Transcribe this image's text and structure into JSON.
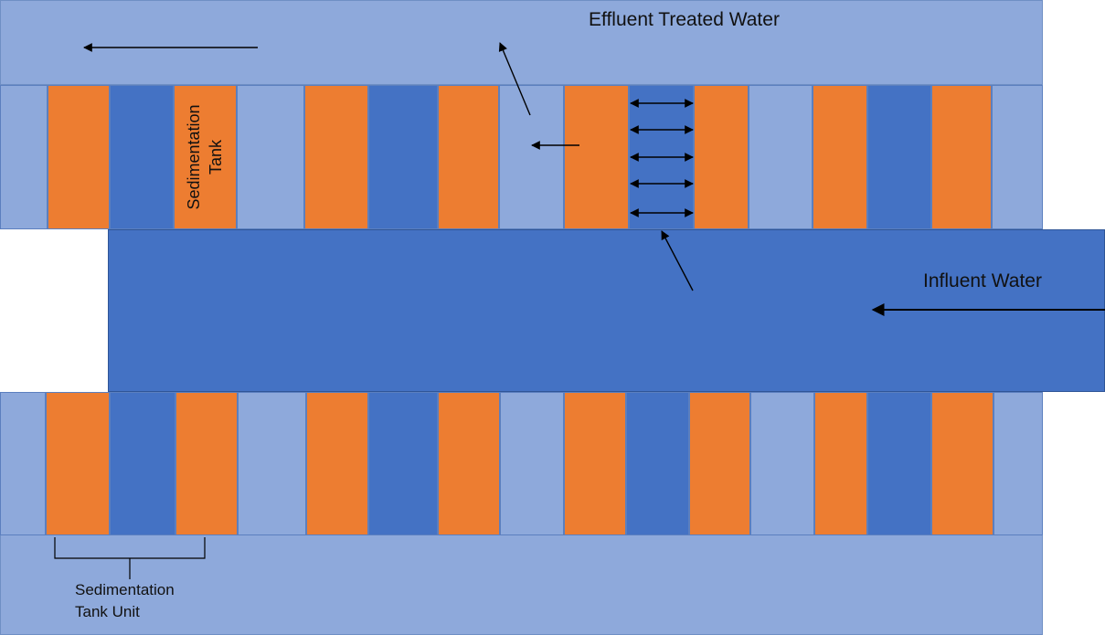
{
  "diagram": {
    "labels": {
      "effluent": "Effluent Treated Water",
      "influent": "Influent Water",
      "tank": [
        "Sedimentation",
        "Tank"
      ],
      "tank_unit": [
        "Sedimentation",
        "Tank Unit"
      ]
    },
    "colors": {
      "orange": "#ED7D31",
      "dark_blue": "#4472C4",
      "light_blue": "#8EA9DB",
      "arrow": "#000000",
      "background": "#FFFFFF"
    },
    "top_row": [
      "light",
      "orange",
      "dark",
      "orange",
      "light",
      "orange",
      "dark",
      "orange",
      "light",
      "orange",
      "dark",
      "orange",
      "light",
      "orange",
      "dark",
      "orange",
      "light"
    ],
    "bottom_row": [
      "light",
      "orange",
      "dark",
      "orange",
      "light",
      "orange",
      "dark",
      "orange",
      "light",
      "orange",
      "dark",
      "orange",
      "light",
      "orange",
      "dark",
      "orange",
      "light"
    ]
  }
}
